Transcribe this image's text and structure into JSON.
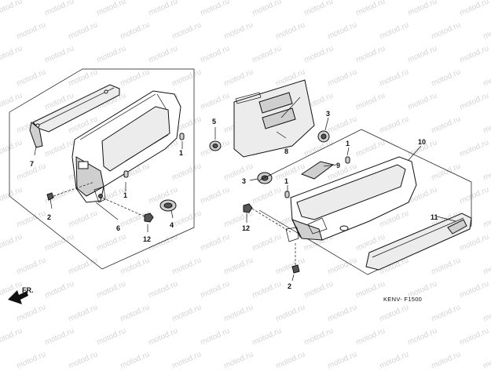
{
  "watermark": {
    "text": "motod.ru"
  },
  "diagram": {
    "code": "KENV- F1500",
    "direction_label": "FR.",
    "callouts": [
      {
        "id": "c1a",
        "label": "1"
      },
      {
        "id": "c1b",
        "label": "1"
      },
      {
        "id": "c1c",
        "label": "1"
      },
      {
        "id": "c1d",
        "label": "1"
      },
      {
        "id": "c2a",
        "label": "2"
      },
      {
        "id": "c2b",
        "label": "2"
      },
      {
        "id": "c3a",
        "label": "3"
      },
      {
        "id": "c3b",
        "label": "3"
      },
      {
        "id": "c4",
        "label": "4"
      },
      {
        "id": "c5",
        "label": "5"
      },
      {
        "id": "c6",
        "label": "6"
      },
      {
        "id": "c7",
        "label": "7"
      },
      {
        "id": "c8",
        "label": "8"
      },
      {
        "id": "c9",
        "label": "9"
      },
      {
        "id": "c10",
        "label": "10"
      },
      {
        "id": "c11",
        "label": "11"
      },
      {
        "id": "c12a",
        "label": "12"
      },
      {
        "id": "c12b",
        "label": "12"
      }
    ]
  }
}
